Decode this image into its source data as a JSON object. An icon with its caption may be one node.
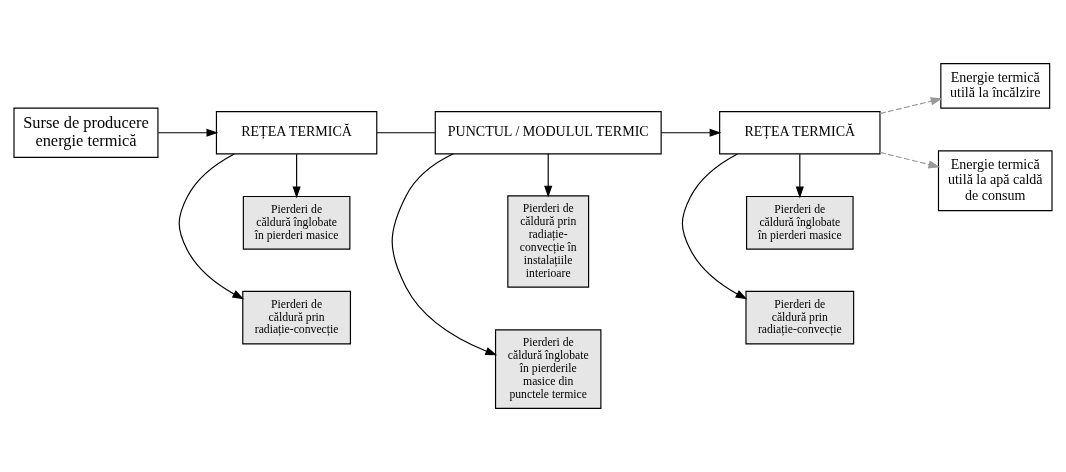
{
  "diagram": {
    "nodes": [
      {
        "text": [
          "Surse de producere energie termică"
        ]
      },
      {
        "text": [
          "REȚEA TERMICĂ"
        ]
      },
      {
        "text": [
          "Pierderi de căldură prin radiație-convecție"
        ]
      },
      {
        "text": [
          "Pierderi de căldură înglobate în pierderi masice"
        ]
      },
      {
        "text": [
          "PUNCTUL / MODULUL TERMIC"
        ]
      },
      {
        "text": [
          "Pierderi de căldură înglobate în pierderile masice din punctele termice"
        ]
      },
      {
        "text": [
          "Pierderi de căldură prin radiație- convecție în instalațiile interioare"
        ]
      },
      {
        "text": [
          "REȚEA TERMICĂ"
        ]
      },
      {
        "text": [
          "Pierderi de căldură prin radiație-convecție"
        ]
      },
      {
        "text": [
          "Pierderi de căldură înglobate în pierderi masice"
        ]
      },
      {
        "text": [
          "Energie termică utilă la încălzire"
        ]
      },
      {
        "text": [
          "Energie termică utilă la apă caldă de consum"
        ]
      }
    ],
    "edges": [
      {
        "from": 0,
        "to": 1,
        "arrow": "to"
      },
      {
        "from": 1,
        "to": 2,
        "arrow": "to"
      },
      {
        "from": 1,
        "to": 3,
        "arrow": "to"
      },
      {
        "from": 1,
        "to": 4,
        "arrow": "none"
      },
      {
        "from": 4,
        "to": 5,
        "arrow": "to"
      },
      {
        "from": 4,
        "to": 6,
        "arrow": "to"
      },
      {
        "from": 4,
        "to": 7,
        "arrow": "to"
      },
      {
        "from": 7,
        "to": 8,
        "arrow": "to"
      },
      {
        "from": 7,
        "to": 9,
        "arrow": "to"
      },
      {
        "from": 7,
        "to": 10,
        "arrow": "to",
        "style": "dashed",
        "color": "#999999"
      },
      {
        "from": 7,
        "to": 11,
        "arrow": "to",
        "style": "dashed",
        "color": "#999999"
      }
    ]
  }
}
